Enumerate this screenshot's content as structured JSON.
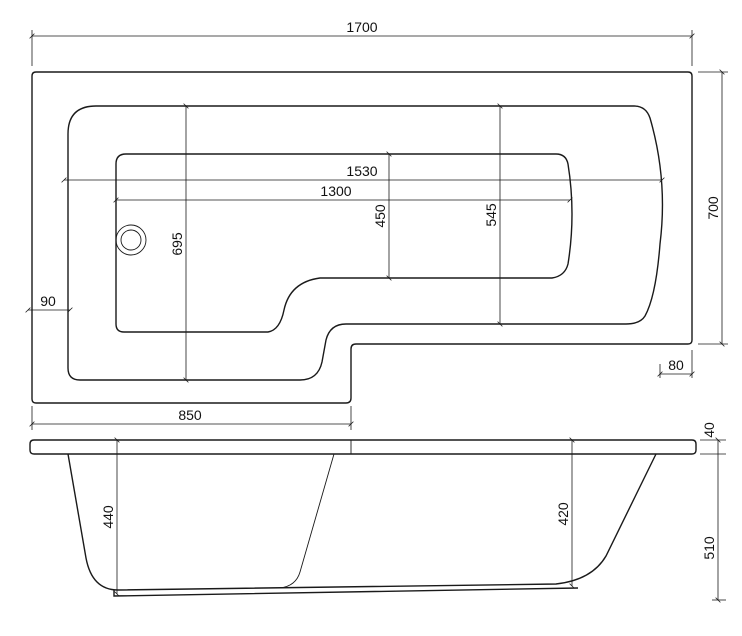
{
  "diagram": {
    "plan_dimensions": {
      "total_length": "1700",
      "total_width": "700",
      "side_margin": "90",
      "step_offset": "80",
      "narrow_end_width": "850",
      "inner_length": "1530",
      "floor_length": "1300",
      "drain_end_width": "695",
      "floor_width": "450",
      "wide_end_width": "545"
    },
    "side_dimensions": {
      "rim_thickness": "40",
      "overall_depth": "510",
      "drain_end_depth": "440",
      "foot_end_depth": "420"
    }
  }
}
